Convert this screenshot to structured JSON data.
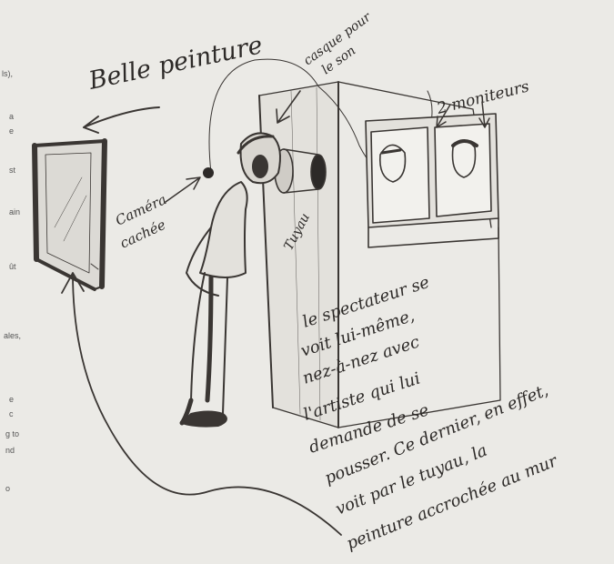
{
  "margin_fragments": [
    "ls),",
    "a",
    "e",
    "st",
    "ain",
    "ût",
    "ales,",
    "e",
    "c",
    "g to",
    "nd",
    "o"
  ],
  "labels": {
    "painting": "Belle peinture",
    "headphones": [
      "casque pour",
      "le son"
    ],
    "monitors": "2 moniteurs",
    "camera": [
      "Caméra",
      "cachée"
    ],
    "pipe": "Tuyau"
  },
  "note_spectator": [
    "le spectateur se",
    "voit lui-même,",
    "nez-à-nez avec",
    "l'artiste qui lui",
    "demande de se",
    "pousser. Ce dernier, en effet,",
    "voit par le tuyau, la",
    "peinture accrochée au mur"
  ],
  "colors": {
    "paper": "#ebeae6",
    "pencil": "#3a3633",
    "ink": "#2d2a28"
  }
}
